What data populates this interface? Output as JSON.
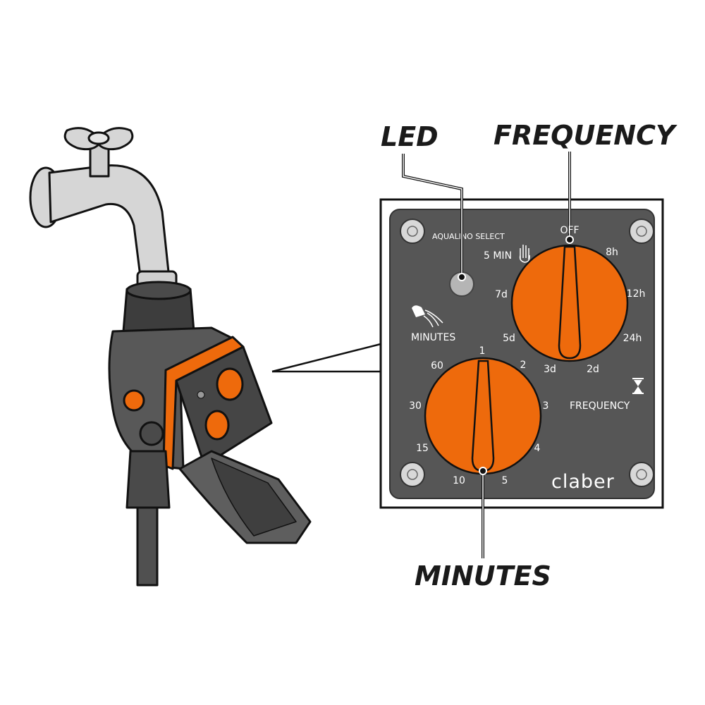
{
  "callouts": {
    "led": "LED",
    "frequency": "FREQUENCY",
    "minutes": "MINUTES"
  },
  "panel": {
    "model": "AQUALINO SELECT",
    "manual": "5 MIN",
    "minutes_label": "MINUTES",
    "frequency_label": "FREQUENCY",
    "brand": "claber",
    "frequency_dial": [
      "OFF",
      "8h",
      "12h",
      "24h",
      "2d",
      "3d",
      "5d",
      "7d"
    ],
    "minutes_dial": [
      "1",
      "2",
      "3",
      "4",
      "5",
      "10",
      "15",
      "30",
      "60"
    ]
  },
  "colors": {
    "orange": "#ee6a0c",
    "panel": "#565656",
    "outline": "#111111"
  }
}
